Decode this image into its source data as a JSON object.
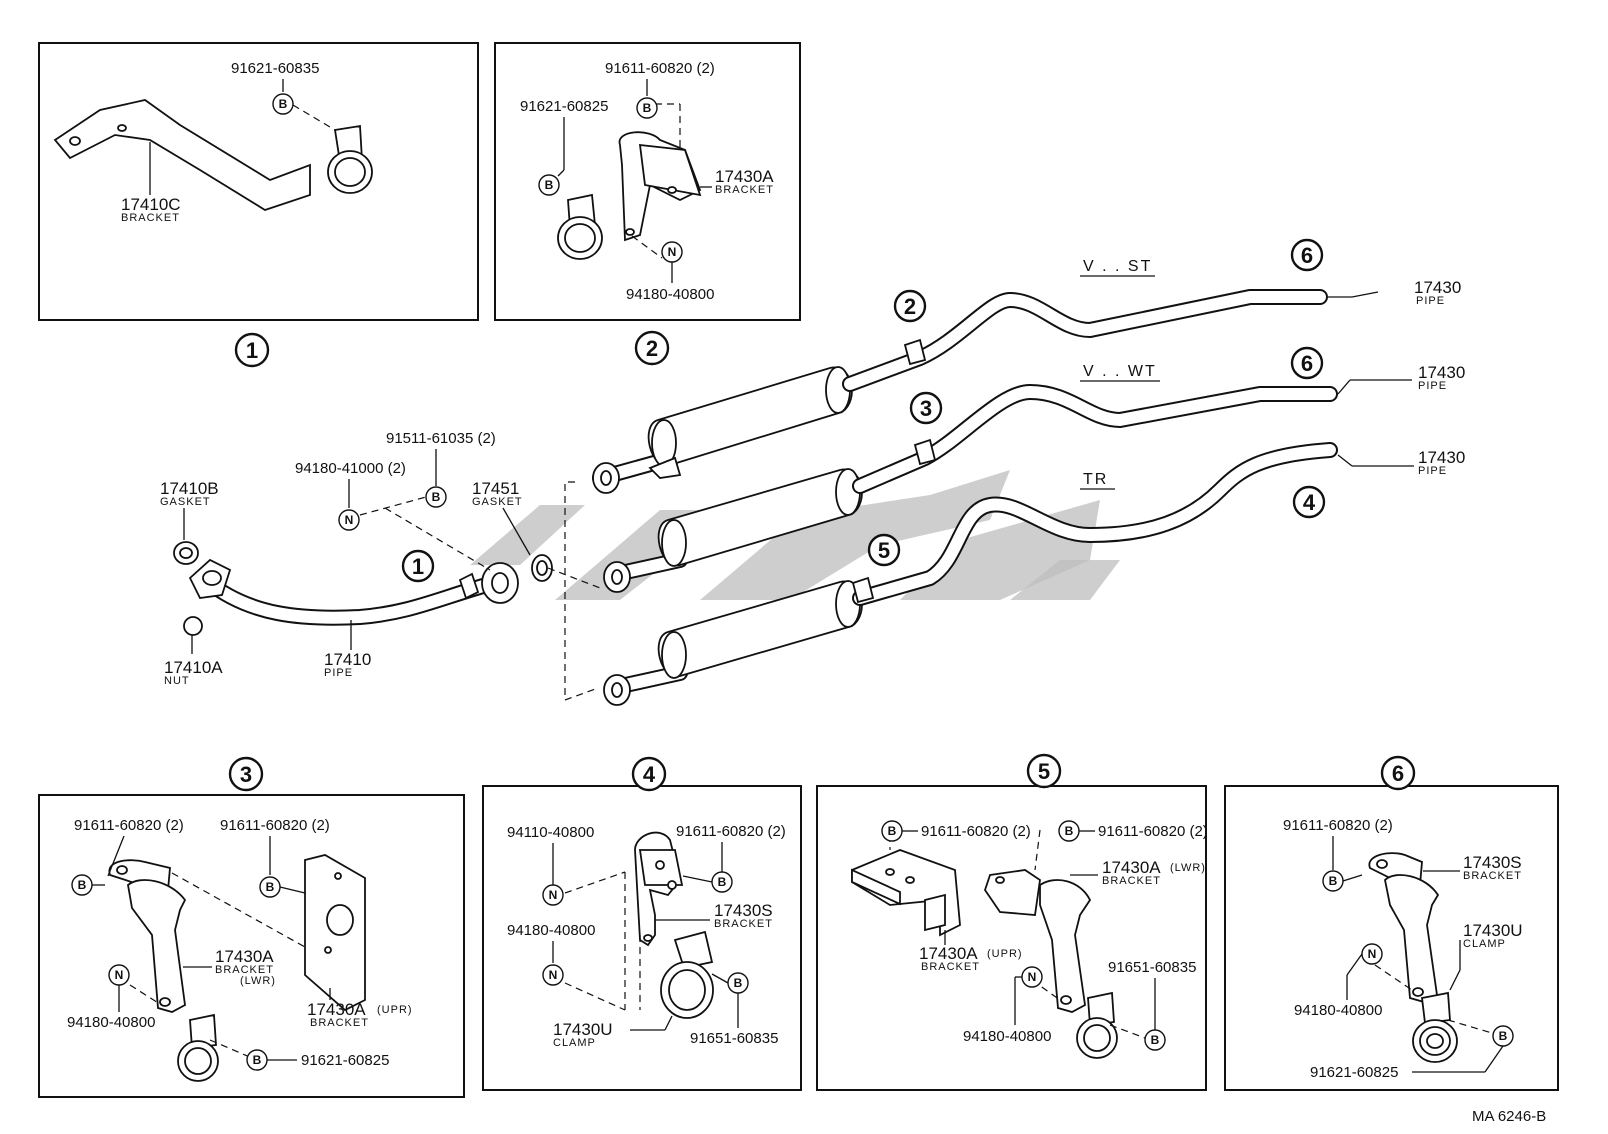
{
  "diagram_code": "MA  6246-B",
  "variants": {
    "v_st": "V . . ST",
    "v_wt": "V . . WT",
    "tr": "TR"
  },
  "refs": [
    "1",
    "2",
    "3",
    "4",
    "5",
    "6"
  ],
  "labels": {
    "p91621_60835": "91621-60835",
    "p17410c": "17410C",
    "s_bracket": "BRACKET",
    "p91611_60820_2": "91611-60820 (2)",
    "p91621_60825": "91621-60825",
    "p17430a": "17430A",
    "p94180_40800": "94180-40800",
    "p17430": "17430",
    "s_pipe": "PIPE",
    "p91511_61035_2": "91511-61035 (2)",
    "p94180_41000_2": "94180-41000 (2)",
    "p17410b": "17410B",
    "s_gasket": "GASKET",
    "p17451": "17451",
    "p17410a": "17410A",
    "s_nut": "NUT",
    "p17410": "17410",
    "p94110_40800": "94110-40800",
    "p17430s": "17430S",
    "p17430u": "17430U",
    "s_clamp": "CLAMP",
    "p91651_60835": "91651-60835",
    "s_lwr": "(LWR)",
    "s_upr": "(UPR)"
  },
  "symbols": {
    "bolt": "B",
    "nut": "N"
  },
  "colors": {
    "line": "#111111",
    "watermark": "#bdbdbd",
    "background": "#ffffff"
  }
}
